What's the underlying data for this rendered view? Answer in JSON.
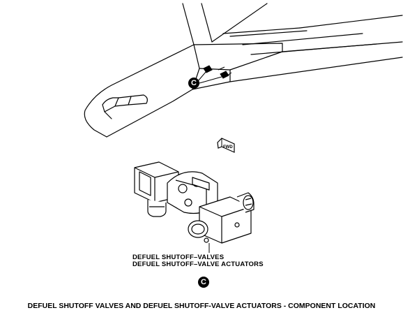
{
  "figure": {
    "title": "DEFUEL SHUTOFF VALVES AND DEFUEL SHUTOFF-VALVE ACTUATORS - COMPONENT LOCATION",
    "detail_label": "C",
    "component_labels": [
      "DEFUEL SHUTOFF–VALVES",
      "DEFUEL SHUTOFF–VALVE ACTUATORS"
    ],
    "fwd_arrow_text": "FWD"
  }
}
